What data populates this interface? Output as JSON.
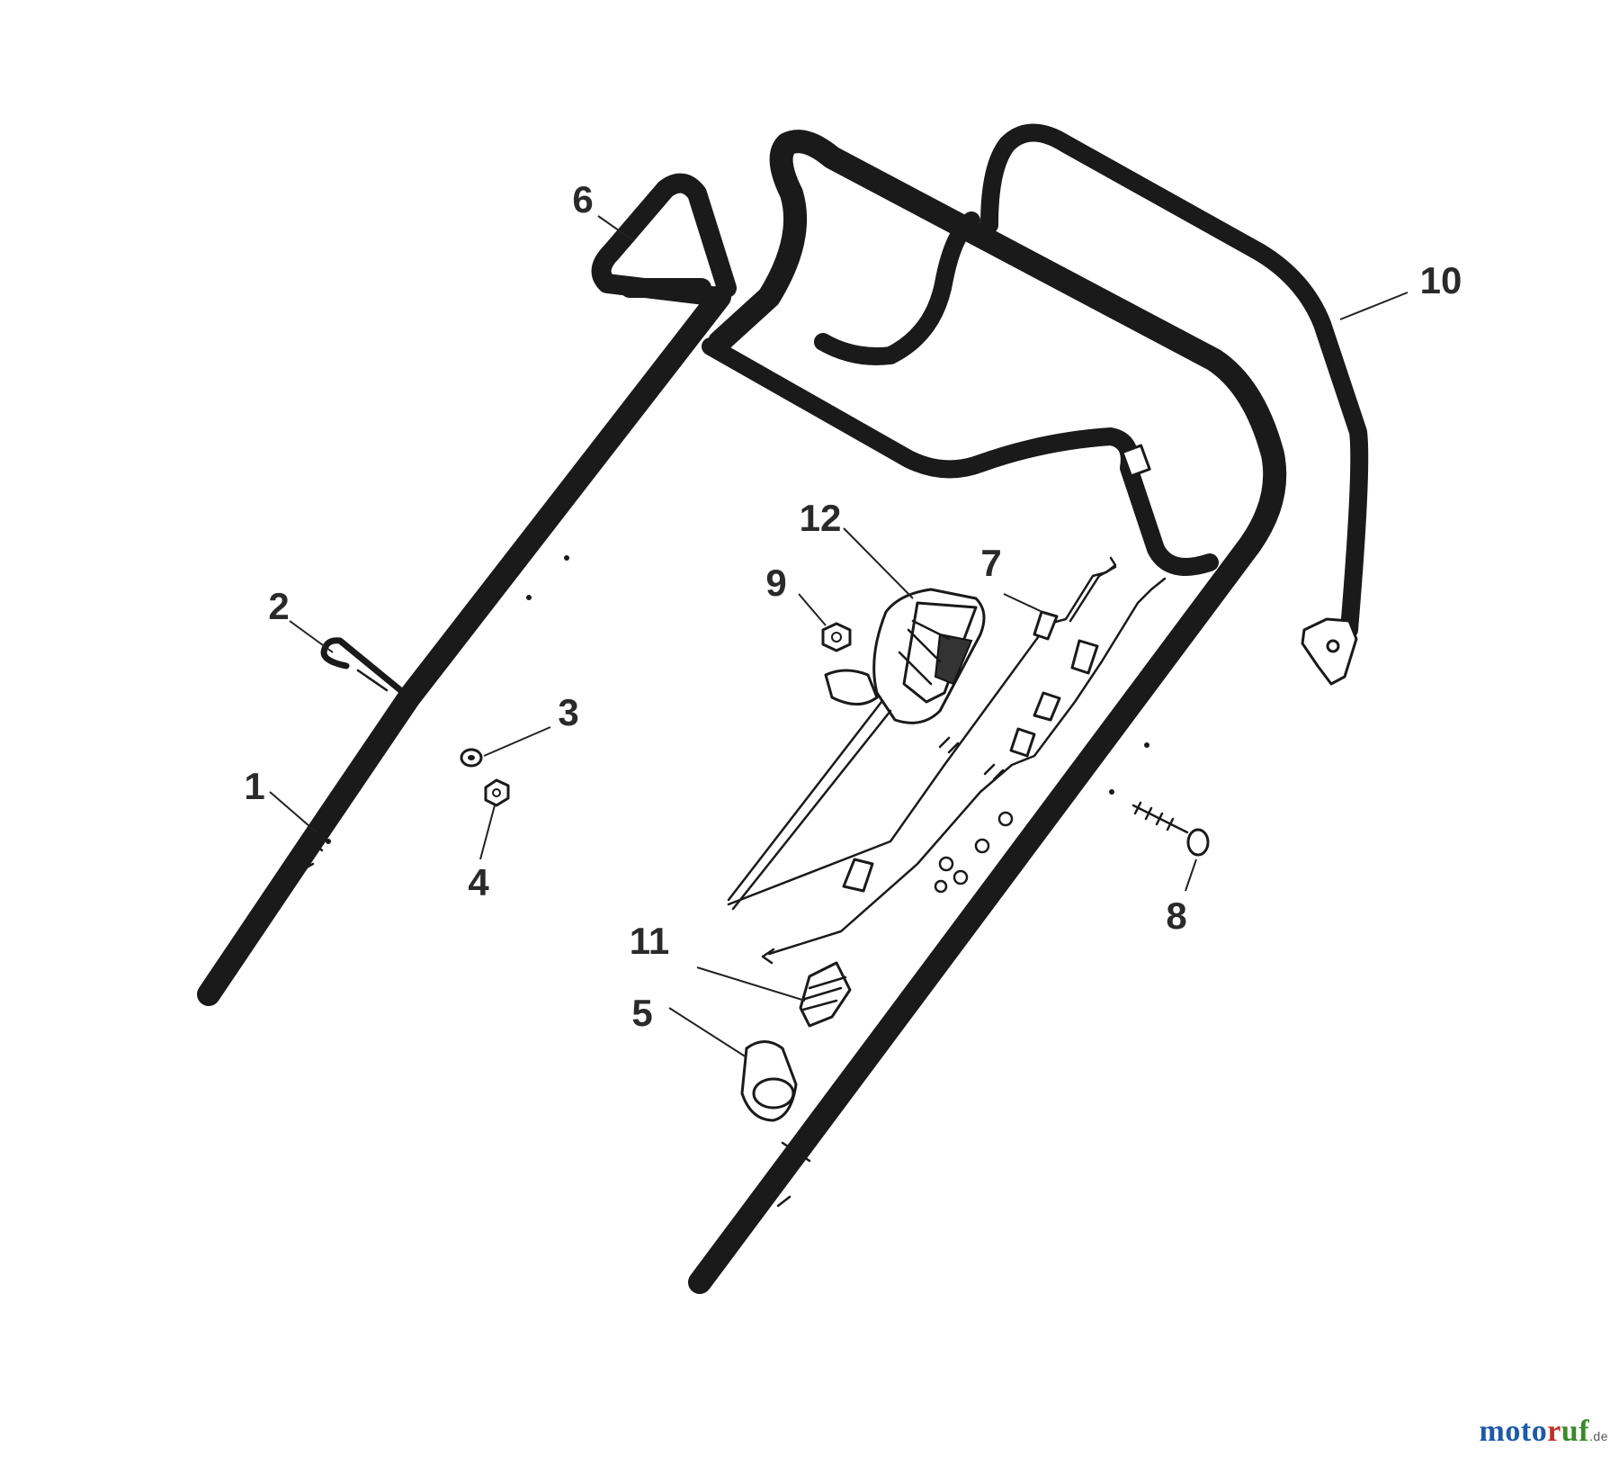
{
  "diagram": {
    "callouts": [
      {
        "id": "1",
        "label": "1"
      },
      {
        "id": "2",
        "label": "2"
      },
      {
        "id": "3",
        "label": "3"
      },
      {
        "id": "4",
        "label": "4"
      },
      {
        "id": "5",
        "label": "5"
      },
      {
        "id": "6",
        "label": "6"
      },
      {
        "id": "7",
        "label": "7"
      },
      {
        "id": "8",
        "label": "8"
      },
      {
        "id": "9",
        "label": "9"
      },
      {
        "id": "10",
        "label": "10"
      },
      {
        "id": "11",
        "label": "11"
      },
      {
        "id": "12",
        "label": "12"
      }
    ]
  },
  "watermark": {
    "part1": "moto",
    "part2": "r",
    "part3": "uf",
    "suffix": ".de"
  },
  "colors": {
    "line": "#1a1a1a",
    "watermark_blue": "#1e5aa8",
    "watermark_red": "#c0312b",
    "watermark_green": "#3a8a2a"
  }
}
